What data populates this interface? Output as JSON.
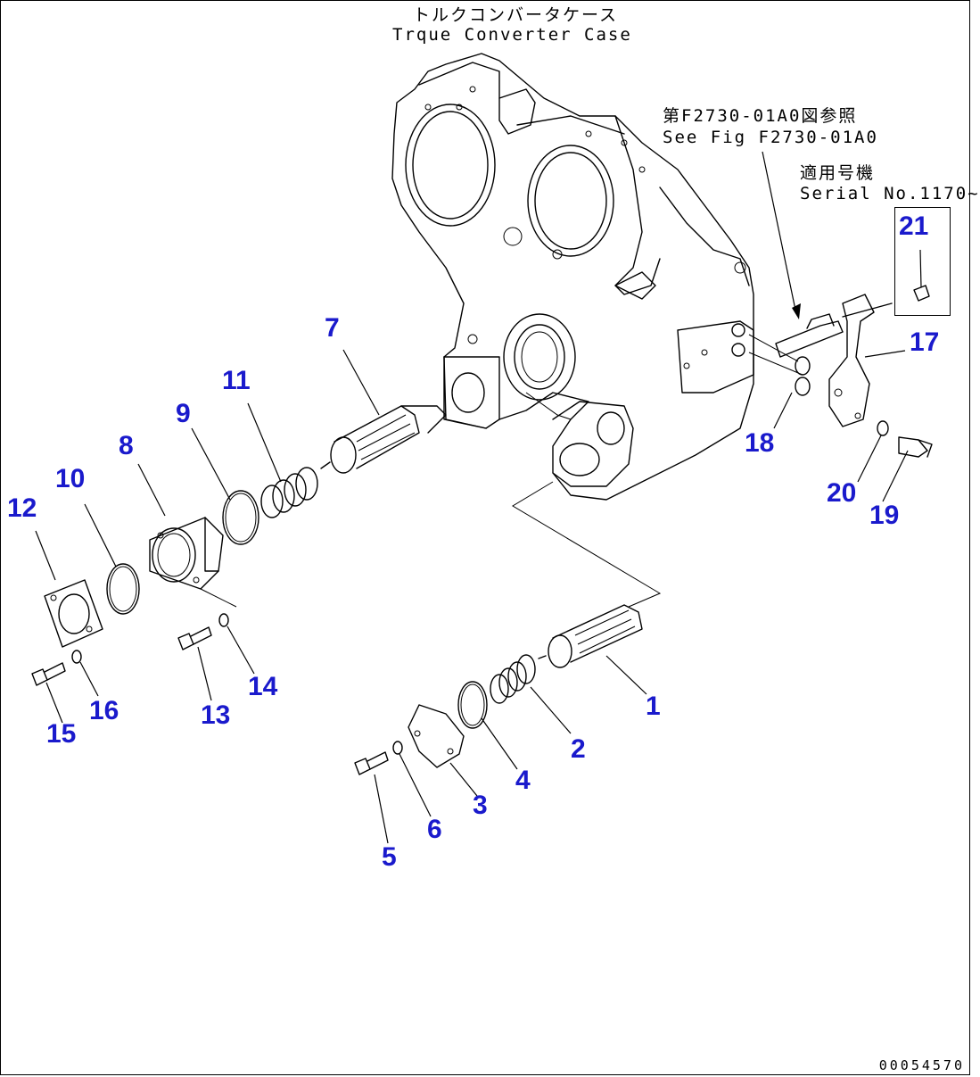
{
  "header": {
    "title_jp": "トルクコンバータケース",
    "title_en": "Trque Converter Case"
  },
  "reference": {
    "line_jp": "第F2730-01A0図参照",
    "line_en": "See Fig F2730-01A0"
  },
  "applicability": {
    "line_jp": "適用号機",
    "line_en": "Serial No.1170~"
  },
  "callouts": [
    "1",
    "2",
    "3",
    "4",
    "5",
    "6",
    "7",
    "8",
    "9",
    "10",
    "11",
    "12",
    "13",
    "14",
    "15",
    "16",
    "17",
    "18",
    "19",
    "20",
    "21"
  ],
  "doc_number": "00054570",
  "colors": {
    "callout": "#1a1acc",
    "line": "#000000"
  }
}
